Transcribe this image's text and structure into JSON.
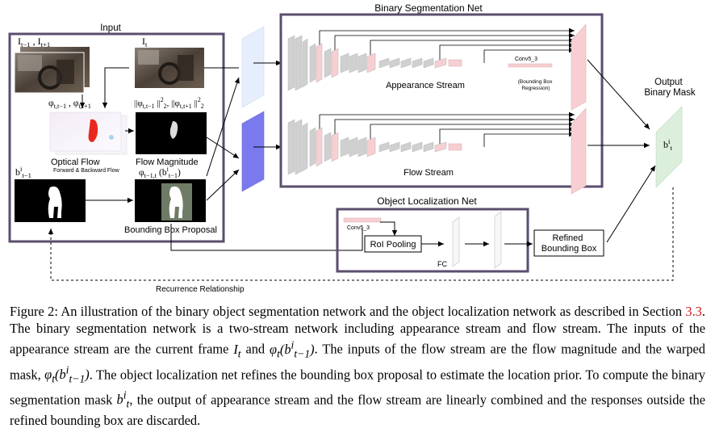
{
  "diagram": {
    "input_title": "Input",
    "frames_label": "I<sub>t−1</sub> , I<sub>t+1</sub>",
    "current_frame_label": "I<sub>t</sub>",
    "flow_vectors_label": "φ<sub>t,t−1</sub> , φ<sub>t,t+1</sub>",
    "flow_norm_label": "||φ<sub>t,t−1</sub> ||<sup>2</sup><sub>2</sub>, ||φ<sub>t,t+1</sub> ||<sup>2</sup><sub>2</sub>",
    "optical_flow_label": "Optical Flow",
    "optical_flow_sublabel": "Forward & Backward Flow",
    "flow_magnitude_label": "Flow Magnitude",
    "warp_label": "φ<sub>t−1,t</sub> (b<sup>i</sup><sub>t−1</sub>)",
    "prev_mask_label": "b<sup>i</sup><sub>t−1</sub>",
    "bbox_proposal_label": "Bounding Box Proposal",
    "seg_net_title": "Binary Segmentation Net",
    "appearance_stream_label": "Appearance Stream",
    "conv5_3_label": "Conv5_3",
    "bbox_regression_label": "(Bounding Box\nRegression)",
    "flow_stream_label": "Flow Stream",
    "output_title": "Output\nBinary Mask",
    "output_mask_label": "b<sup>i</sup><sub>t</sub>",
    "loc_net_title": "Object Localization Net",
    "loc_conv_label": "Conv5_3",
    "roi_pooling_label": "RoI Pooling",
    "fc_label": "FC",
    "refined_bbox_label": "Refined\nBounding Box",
    "recurrence_label": "Recurrence Relationship",
    "colors": {
      "frame_border": "#5b4e6e",
      "appearance_input": "#e6eefc",
      "flow_input": "#7a7aee",
      "output_mask": "#dcefdc",
      "pink_layer": "#f7cfd2",
      "gray_layer": "#d0d0d0"
    }
  },
  "caption": {
    "fig_label": "Figure 2:",
    "text_1": " An illustration of the binary object segmentation network and the object localization network as described in Section ",
    "section_ref": "3.3",
    "text_2": ". The binary segmentation network is a two-stream network including appearance stream and flow stream. The inputs of the appearance stream are the current frame ",
    "sym_It": "I<sub>t</sub>",
    "text_3": " and ",
    "sym_phi_b": "φ<sub>t</sub>(b<sup>i</sup><sub>t−1</sub>)",
    "text_4": ". The inputs of the flow stream are the flow magnitude and the warped mask, ",
    "text_5": ". The object localization net refines the bounding box proposal to estimate the location prior. To compute the binary segmentation mask ",
    "sym_bt": "b<sup>i</sup><sub>t</sub>",
    "text_6": ", the output of appearance stream and the flow stream are linearly combined and the responses outside the refined bounding box are discarded."
  }
}
